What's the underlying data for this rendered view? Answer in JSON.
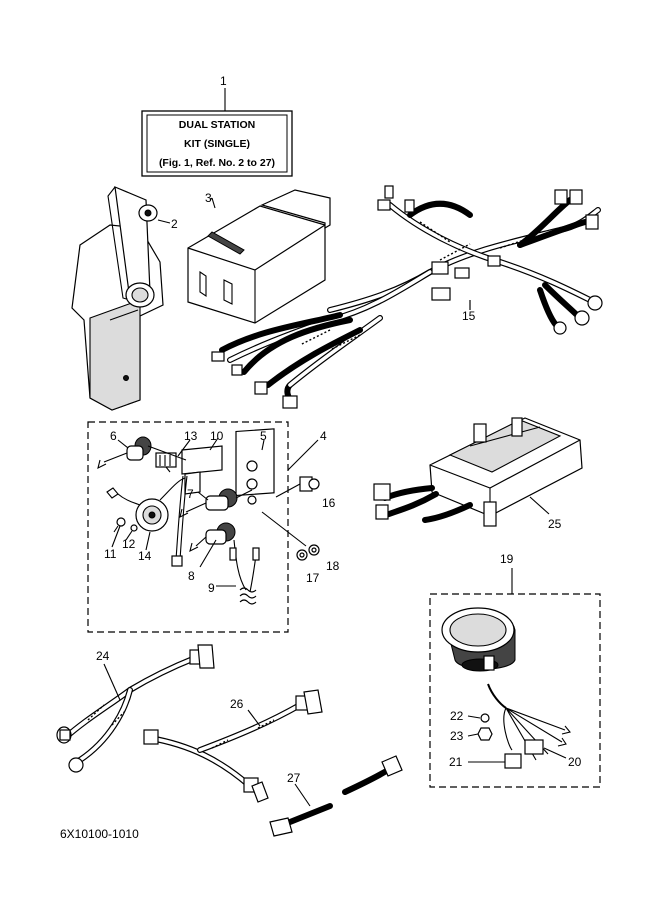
{
  "label_box": {
    "line1": "DUAL STATION",
    "line2": "KIT (SINGLE)",
    "line3": "(Fig. 1, Ref. No. 2 to 27)"
  },
  "callouts": [
    "1",
    "2",
    "3",
    "4",
    "5",
    "6",
    "7",
    "8",
    "9",
    "10",
    "11",
    "12",
    "13",
    "14",
    "15",
    "16",
    "17",
    "18",
    "19",
    "20",
    "21",
    "22",
    "23",
    "24",
    "25",
    "26",
    "27"
  ],
  "drawing_code": "6X10100-1010"
}
